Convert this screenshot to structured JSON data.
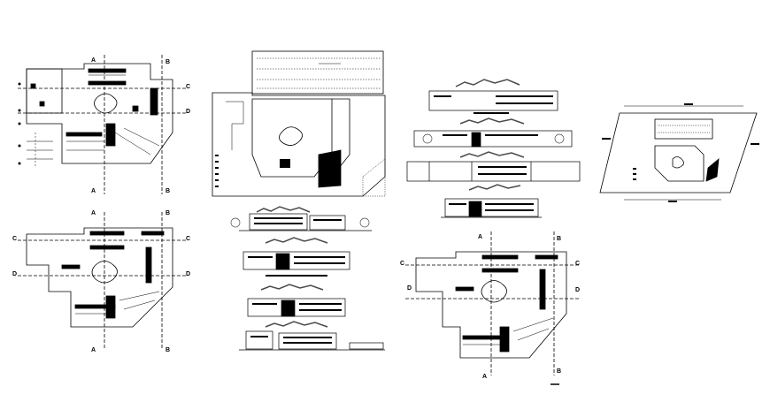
{
  "section_labels": {
    "a": "A",
    "b": "B",
    "c": "C",
    "d": "D"
  },
  "colors": {
    "line": "#000000",
    "background": "#ffffff",
    "tree": "#4a4a4a"
  }
}
